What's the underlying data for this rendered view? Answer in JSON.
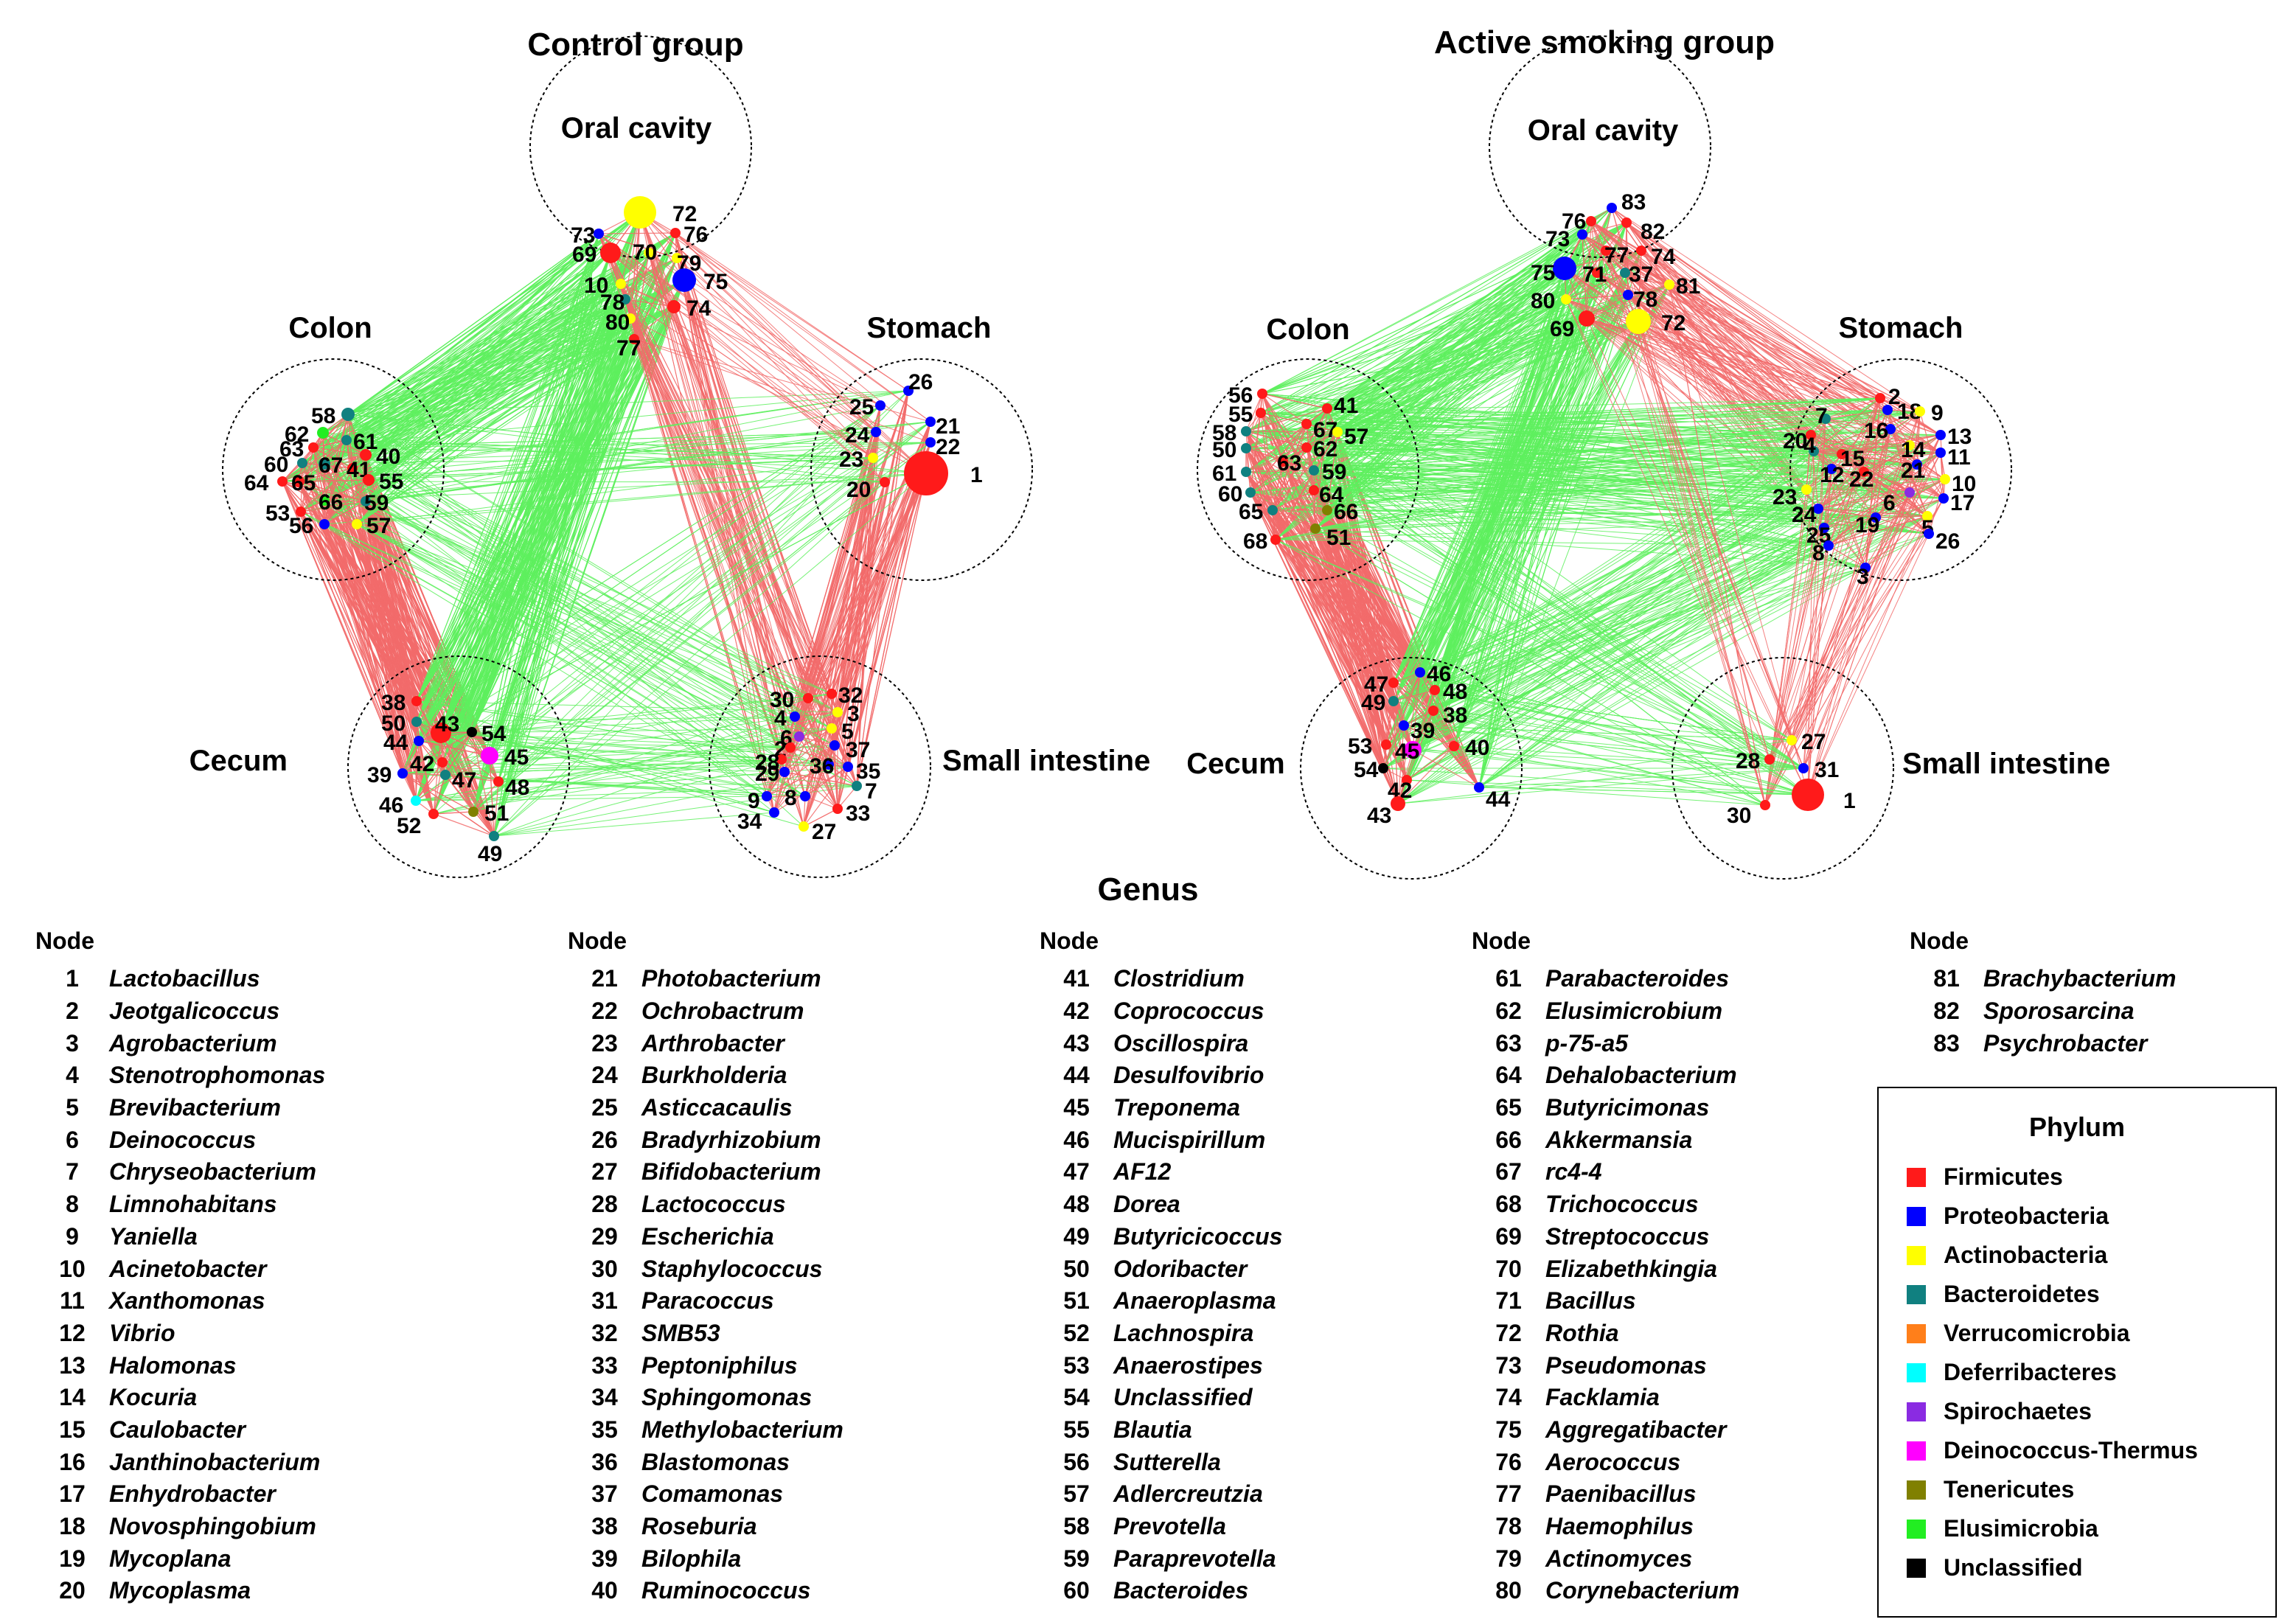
{
  "panels": [
    {
      "title": "Control group",
      "regions": [
        {
          "name": "Oral cavity"
        },
        {
          "name": "Colon"
        },
        {
          "name": "Stomach"
        },
        {
          "name": "Cecum"
        },
        {
          "name": "Small intestine"
        }
      ]
    },
    {
      "title": "Active smoking group",
      "regions": [
        {
          "name": "Oral cavity"
        },
        {
          "name": "Colon"
        },
        {
          "name": "Stomach"
        },
        {
          "name": "Cecum"
        },
        {
          "name": "Small intestine"
        }
      ]
    }
  ],
  "genus_title": "Genus",
  "node_header": "Node",
  "genus_list": [
    [
      "1",
      "Lactobacillus"
    ],
    [
      "2",
      "Jeotgalicoccus"
    ],
    [
      "3",
      "Agrobacterium"
    ],
    [
      "4",
      "Stenotrophomonas"
    ],
    [
      "5",
      "Brevibacterium"
    ],
    [
      "6",
      "Deinococcus"
    ],
    [
      "7",
      "Chryseobacterium"
    ],
    [
      "8",
      "Limnohabitans"
    ],
    [
      "9",
      "Yaniella"
    ],
    [
      "10",
      "Acinetobacter"
    ],
    [
      "11",
      "Xanthomonas"
    ],
    [
      "12",
      "Vibrio"
    ],
    [
      "13",
      "Halomonas"
    ],
    [
      "14",
      "Kocuria"
    ],
    [
      "15",
      "Caulobacter"
    ],
    [
      "16",
      "Janthinobacterium"
    ],
    [
      "17",
      "Enhydrobacter"
    ],
    [
      "18",
      "Novosphingobium"
    ],
    [
      "19",
      "Mycoplana"
    ],
    [
      "20",
      "Mycoplasma"
    ],
    [
      "21",
      "Photobacterium"
    ],
    [
      "22",
      "Ochrobactrum"
    ],
    [
      "23",
      "Arthrobacter"
    ],
    [
      "24",
      "Burkholderia"
    ],
    [
      "25",
      "Asticcacaulis"
    ],
    [
      "26",
      "Bradyrhizobium"
    ],
    [
      "27",
      "Bifidobacterium"
    ],
    [
      "28",
      "Lactococcus"
    ],
    [
      "29",
      "Escherichia"
    ],
    [
      "30",
      "Staphylococcus"
    ],
    [
      "31",
      "Paracoccus"
    ],
    [
      "32",
      "SMB53"
    ],
    [
      "33",
      "Peptoniphilus"
    ],
    [
      "34",
      "Sphingomonas"
    ],
    [
      "35",
      "Methylobacterium"
    ],
    [
      "36",
      "Blastomonas"
    ],
    [
      "37",
      "Comamonas"
    ],
    [
      "38",
      "Roseburia"
    ],
    [
      "39",
      "Bilophila"
    ],
    [
      "40",
      "Ruminococcus"
    ],
    [
      "41",
      "Clostridium"
    ],
    [
      "42",
      "Coprococcus"
    ],
    [
      "43",
      "Oscillospira"
    ],
    [
      "44",
      "Desulfovibrio"
    ],
    [
      "45",
      "Treponema"
    ],
    [
      "46",
      "Mucispirillum"
    ],
    [
      "47",
      "AF12"
    ],
    [
      "48",
      "Dorea"
    ],
    [
      "49",
      "Butyricicoccus"
    ],
    [
      "50",
      "Odoribacter"
    ],
    [
      "51",
      "Anaeroplasma"
    ],
    [
      "52",
      "Lachnospira"
    ],
    [
      "53",
      "Anaerostipes"
    ],
    [
      "54",
      "Unclassified"
    ],
    [
      "55",
      "Blautia"
    ],
    [
      "56",
      "Sutterella"
    ],
    [
      "57",
      "Adlercreutzia"
    ],
    [
      "58",
      "Prevotella"
    ],
    [
      "59",
      "Paraprevotella"
    ],
    [
      "60",
      "Bacteroides"
    ],
    [
      "61",
      "Parabacteroides"
    ],
    [
      "62",
      "Elusimicrobium"
    ],
    [
      "63",
      "p-75-a5"
    ],
    [
      "64",
      "Dehalobacterium"
    ],
    [
      "65",
      "Butyricimonas"
    ],
    [
      "66",
      "Akkermansia"
    ],
    [
      "67",
      "rc4-4"
    ],
    [
      "68",
      "Trichococcus"
    ],
    [
      "69",
      "Streptococcus"
    ],
    [
      "70",
      "Elizabethkingia"
    ],
    [
      "71",
      "Bacillus"
    ],
    [
      "72",
      "Rothia"
    ],
    [
      "73",
      "Pseudomonas"
    ],
    [
      "74",
      "Facklamia"
    ],
    [
      "75",
      "Aggregatibacter"
    ],
    [
      "76",
      "Aerococcus"
    ],
    [
      "77",
      "Paenibacillus"
    ],
    [
      "78",
      "Haemophilus"
    ],
    [
      "79",
      "Actinomyces"
    ],
    [
      "80",
      "Corynebacterium"
    ],
    [
      "81",
      "Brachybacterium"
    ],
    [
      "82",
      "Sporosarcina"
    ],
    [
      "83",
      "Psychrobacter"
    ]
  ],
  "legend": {
    "title": "Phylum",
    "items": [
      {
        "label": "Firmicutes",
        "color": "#ff1a1a"
      },
      {
        "label": "Proteobacteria",
        "color": "#0000ff"
      },
      {
        "label": "Actinobacteria",
        "color": "#ffff00"
      },
      {
        "label": "Bacteroidetes",
        "color": "#108080"
      },
      {
        "label": "Verrucomicrobia",
        "color": "#ff7f1a"
      },
      {
        "label": "Deferribacteres",
        "color": "#00ffff"
      },
      {
        "label": "Spirochaetes",
        "color": "#8a2be2"
      },
      {
        "label": "Deinococcus-Thermus",
        "color": "#ff00ff"
      },
      {
        "label": "Tenericutes",
        "color": "#808000"
      },
      {
        "label": "Elusimicrobia",
        "color": "#22ee22"
      },
      {
        "label": "Unclassified",
        "color": "#000000"
      }
    ]
  },
  "colors": {
    "positive_edge": "#f26b6b",
    "negative_edge": "#5ef05e"
  }
}
